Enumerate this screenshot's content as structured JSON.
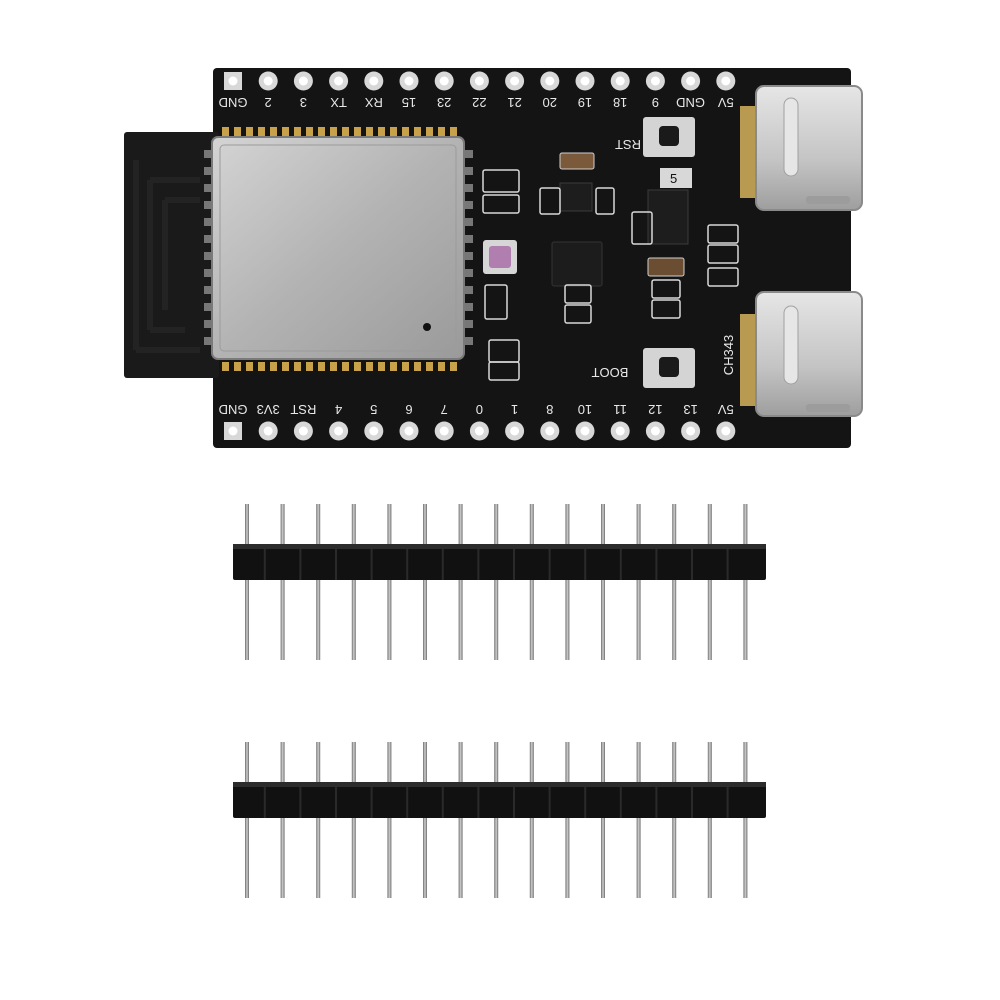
{
  "top_pins": [
    "GND",
    "2",
    "3",
    "TX",
    "RX",
    "15",
    "23",
    "22",
    "21",
    "20",
    "19",
    "18",
    "9",
    "GND",
    "5V"
  ],
  "bottom_pins": [
    "GND",
    "3V3",
    "RST",
    "4",
    "5",
    "6",
    "7",
    "0",
    "1",
    "8",
    "10",
    "11",
    "12",
    "13",
    "5V"
  ],
  "labels": {
    "rst_button": "RST",
    "boot_button": "BOOT",
    "usb_chip": "CH343",
    "regulator_mark": "5"
  },
  "headers": [
    {
      "pins": 15
    },
    {
      "pins": 15
    }
  ],
  "colors": {
    "pcb": "#141414",
    "shield": "#b8b8b8",
    "usb": "#c9c9c9",
    "gold": "#c8a24a",
    "header_plastic": "#111111",
    "header_pin": "#8c8c8c",
    "led": "#b07fb0"
  }
}
